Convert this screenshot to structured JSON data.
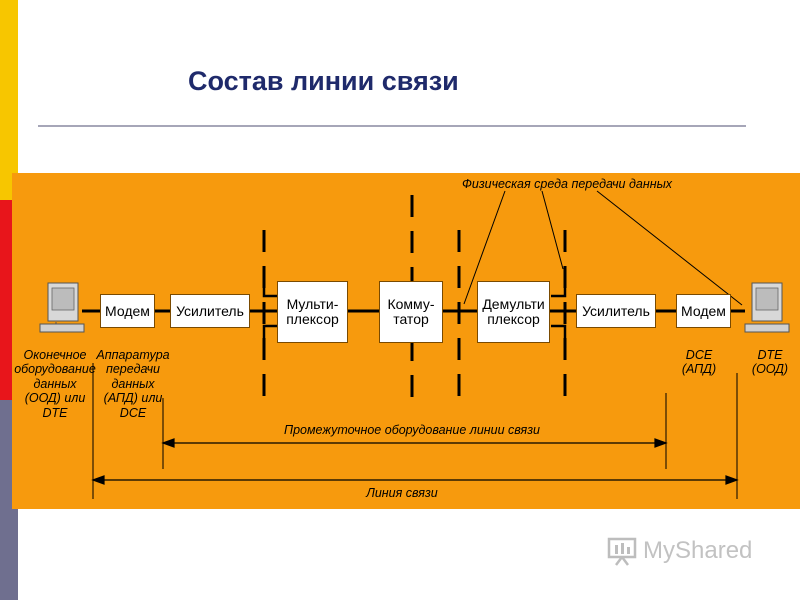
{
  "title": "Состав линии связи",
  "boxes": {
    "modem_left": "Модем",
    "amp_left": "Усилитель",
    "mux": "Мульти-\nплексор",
    "switch": "Комму-\nтатор",
    "demux": "Демульти\nплексор",
    "amp_right": "Усилитель",
    "modem_right": "Модем"
  },
  "labels": {
    "dte_left": "Оконечное\nоборудование\nданных\n(ООД) или\nDTE",
    "dce_left": "Аппаратура\nпередачи\nданных\n(АПД) или\nDCE",
    "dce_right": "DCE\n(АПД)",
    "dte_right": "DTE\n(ООД)",
    "physical_medium": "Физическая среда передачи данных",
    "intermediate": "Промежуточное оборудование линии связи",
    "line": "Линия связи"
  },
  "icons": {
    "left_terminal": "computer-icon",
    "right_terminal": "computer-icon",
    "watermark_logo": "presentation-board-icon"
  },
  "watermark": "MyShared",
  "colors": {
    "panel": "#f79a0d",
    "title": "#1f2a6b",
    "stripe_top": "#f7c600",
    "stripe_mid": "#e8151b",
    "stripe_bottom": "#6f6f8f"
  }
}
